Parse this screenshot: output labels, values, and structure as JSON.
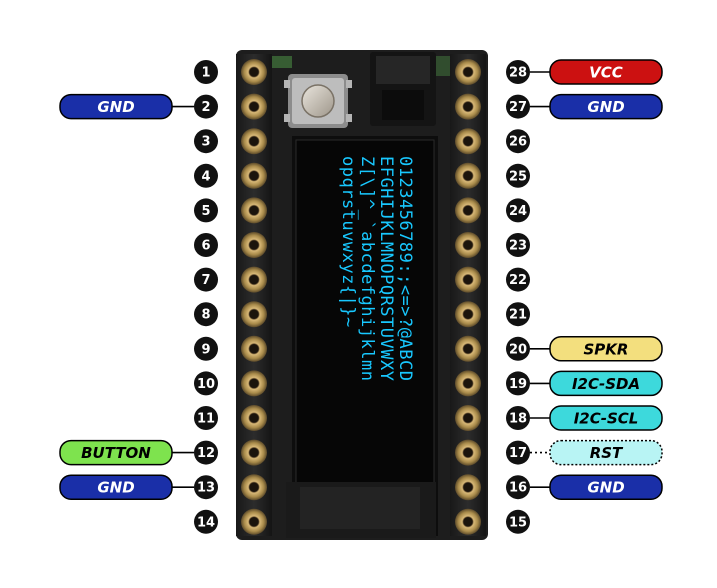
{
  "left_pins": [
    "1",
    "2",
    "3",
    "4",
    "5",
    "6",
    "7",
    "8",
    "9",
    "10",
    "11",
    "12",
    "13",
    "14"
  ],
  "right_pins": [
    "28",
    "27",
    "26",
    "25",
    "24",
    "23",
    "22",
    "21",
    "20",
    "19",
    "18",
    "17",
    "16",
    "15"
  ],
  "labels": {
    "l2": {
      "text": "GND",
      "fill": "#1a2fa8",
      "text_color": "#ffffff"
    },
    "l12": {
      "text": "BUTTON",
      "fill": "#7ee34e",
      "text_color": "#000000"
    },
    "l13": {
      "text": "GND",
      "fill": "#1a2fa8",
      "text_color": "#ffffff"
    },
    "r28": {
      "text": "VCC",
      "fill": "#cc1111",
      "text_color": "#ffffff"
    },
    "r27": {
      "text": "GND",
      "fill": "#1a2fa8",
      "text_color": "#ffffff"
    },
    "r20": {
      "text": "SPKR",
      "fill": "#f3df7e",
      "text_color": "#000000"
    },
    "r19": {
      "text": "I2C-SDA",
      "fill": "#3dd9dc",
      "text_color": "#000000"
    },
    "r18": {
      "text": "I2C-SCL",
      "fill": "#3dd9dc",
      "text_color": "#000000"
    },
    "r17": {
      "text": "RST",
      "fill": "#b8f4f4",
      "text_color": "#000000",
      "dotted": true
    },
    "r16": {
      "text": "GND",
      "fill": "#1a2fa8",
      "text_color": "#ffffff"
    }
  },
  "oled_lines": [
    "0123456789:;<=>?@ABCD",
    "EFGHIJKLMNOPQRSTUVWXY",
    "Z[\\]^_`abcdefghijklmn",
    "opqrstuvwxyz{|}~"
  ],
  "icons": {
    "button": "tactile-push-button-icon",
    "battery": "battery-connector-icon",
    "screen": "oled-display-icon"
  }
}
